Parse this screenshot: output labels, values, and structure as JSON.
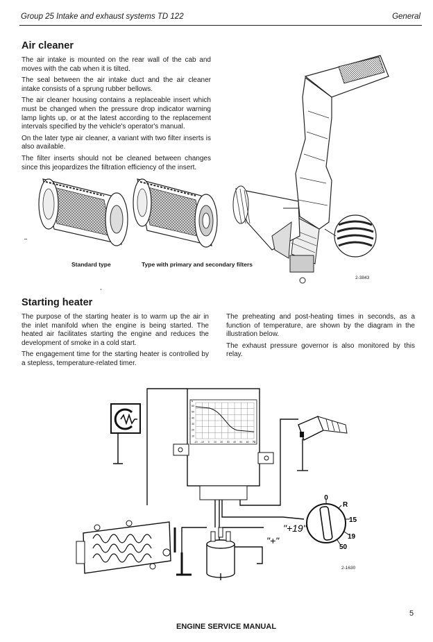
{
  "header": {
    "left": "Group 25  Intake and exhaust systems TD 122",
    "right": "General"
  },
  "air_cleaner": {
    "title": "Air cleaner",
    "paragraphs": [
      "The air intake is mounted on the rear wall of the cab and moves with the cab when it is tilted.",
      "The seal between the air intake duct and the air cleaner intake consists of a sprung rubber bellows.",
      "The air cleaner housing contains a replaceable insert which must be changed when the pressure drop indicator warning lamp lights up, or at the latest according to the replacement intervals specified by the vehicle's operator's manual.",
      "On the later type air cleaner, a variant with two filter inserts is also available.",
      "The filter inserts should not be cleaned between changes since this jeopardizes the filtration efficiency of the insert."
    ],
    "caption_standard": "Standard type",
    "caption_dual": "Type with primary and secondary filters",
    "figure_code": "2-3843"
  },
  "starting_heater": {
    "title": "Starting heater",
    "left_paragraphs": [
      "The purpose of the starting heater is to warm up the air in the inlet manifold when the engine is being started. The heated air facilitates starting the engine and reduces the development of smoke in a cold start.",
      "The engagement time for the starting heater is controlled by a stepless, temperature-related timer."
    ],
    "right_paragraphs": [
      "The preheating and post-heating times in seconds, as a function of temperature, are shown by the diagram in the illustration below.",
      "The exhaust pressure governor is also monitored by this relay."
    ],
    "diagram": {
      "graph_y_unit": "s",
      "graph_y_ticks": [
        "60",
        "50",
        "40",
        "30",
        "20",
        "10"
      ],
      "graph_x_unit": "°C",
      "graph_x_ticks": [
        "-20",
        "-10",
        "0",
        "10",
        "20",
        "30",
        "40",
        "50",
        "60",
        "70"
      ],
      "label_plus": "\"+\"",
      "label_19": "\"+19\"",
      "switch_positions": [
        "0",
        "R",
        "15",
        "19",
        "50"
      ],
      "figure_code": "2-1630"
    }
  },
  "footer": {
    "title": "ENGINE SERVICE MANUAL",
    "page_number": "5"
  }
}
